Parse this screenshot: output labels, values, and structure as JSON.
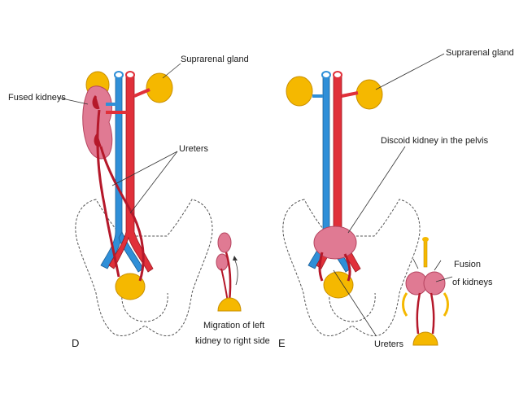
{
  "panel_d": {
    "letter": "D",
    "labels": {
      "fused_kidneys": "Fused kidneys",
      "suprarenal_gland": "Suprarenal gland",
      "ureters": "Ureters",
      "migration_line1": "Migration of left",
      "migration_line2": "kidney to right side"
    }
  },
  "panel_e": {
    "letter": "E",
    "labels": {
      "suprarenal_gland": "Suprarenal gland",
      "discoid_kidney": "Discoid kidney in the pelvis",
      "ureters": "Ureters",
      "fusion_line1": "Fusion",
      "fusion_line2": "of kidneys"
    }
  },
  "colors": {
    "vein": "#2f8fd8",
    "artery": "#e0303a",
    "kidney": "#e07a93",
    "gland": "#f5b800",
    "ureter": "#b5182a",
    "outline": "#555555"
  }
}
